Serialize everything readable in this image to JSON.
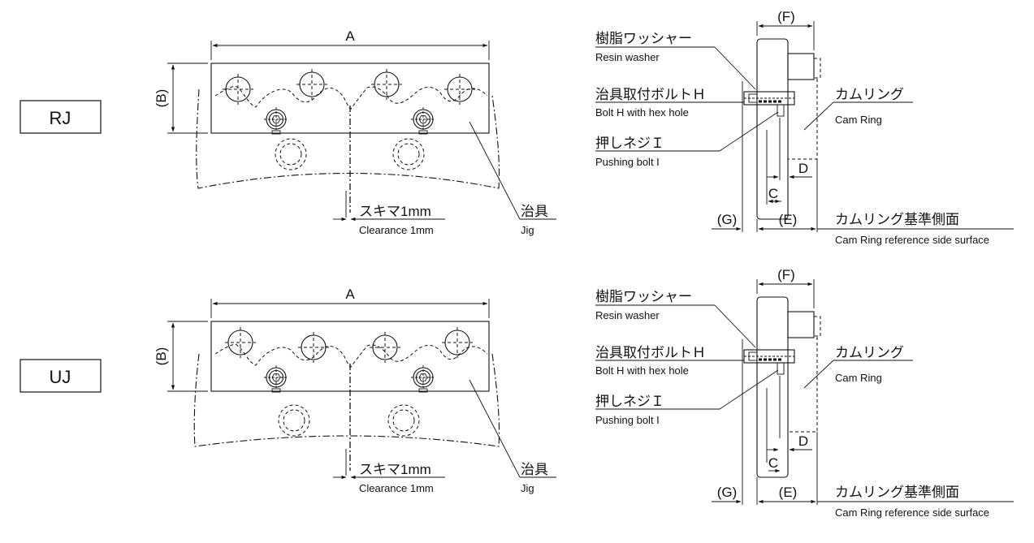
{
  "views": [
    {
      "type_label": "RJ",
      "dim_A": "A",
      "dim_B": "(B)",
      "clearance_jp": "スキマ1mm",
      "clearance_en": "Clearance 1mm",
      "jig_jp": "治具",
      "jig_en": "Jig",
      "side": {
        "dim_F": "(F)",
        "resin_washer_jp": "樹脂ワッシャー",
        "resin_washer_en": "Resin washer",
        "bolt_h_jp": "治具取付ボルトＨ",
        "bolt_h_en": "Bolt H with hex hole",
        "pushing_bolt_jp": "押しネジＩ",
        "pushing_bolt_en": "Pushing bolt I",
        "cam_ring_jp": "カムリング",
        "cam_ring_en": "Cam Ring",
        "dim_C": "C",
        "dim_D": "D",
        "dim_G": "(G)",
        "dim_E": "(E)",
        "reference_jp": "カムリング基準側面",
        "reference_en": "Cam Ring reference side surface"
      }
    },
    {
      "type_label": "UJ",
      "dim_A": "A",
      "dim_B": "(B)",
      "clearance_jp": "スキマ1mm",
      "clearance_en": "Clearance 1mm",
      "jig_jp": "治具",
      "jig_en": "Jig",
      "side": {
        "dim_F": "(F)",
        "resin_washer_jp": "樹脂ワッシャー",
        "resin_washer_en": "Resin washer",
        "bolt_h_jp": "治具取付ボルトＨ",
        "bolt_h_en": "Bolt H with hex hole",
        "pushing_bolt_jp": "押しネジＩ",
        "pushing_bolt_en": "Pushing bolt I",
        "cam_ring_jp": "カムリング",
        "cam_ring_en": "Cam Ring",
        "dim_C": "C",
        "dim_D": "D",
        "dim_G": "(G)",
        "dim_E": "(E)",
        "reference_jp": "カムリング基準側面",
        "reference_en": "Cam Ring reference side surface"
      }
    }
  ],
  "colors": {
    "ink": "#111111",
    "background": "#ffffff"
  }
}
